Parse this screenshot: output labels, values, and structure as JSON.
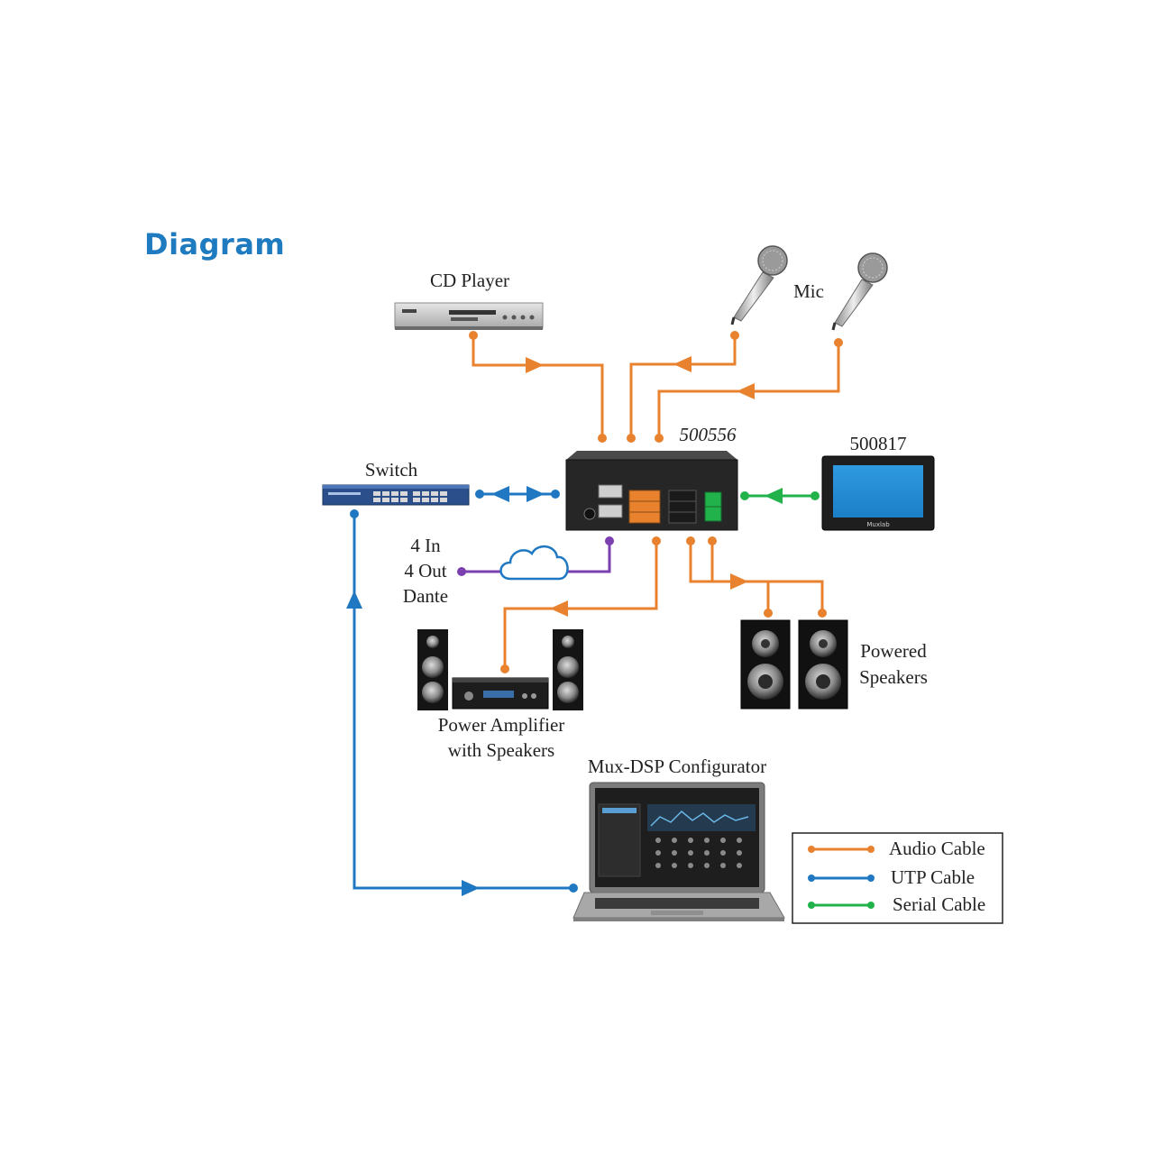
{
  "heading": "Diagram",
  "devices": {
    "cd_player": "CD Player",
    "mic": "Mic",
    "hub_model": "500556",
    "panel_model": "500817",
    "panel_brand": "Muxlab",
    "switch": "Switch",
    "dante_line1": "4 In",
    "dante_line2": "4 Out",
    "dante_line3": "Dante",
    "powered_speakers_line1": "Powered",
    "powered_speakers_line2": "Speakers",
    "amplifier_line1": "Power Amplifier",
    "amplifier_line2": "with Speakers",
    "configurator": "Mux-DSP Configurator"
  },
  "legend": {
    "items": [
      {
        "label": "Audio Cable",
        "color": "#e8822e"
      },
      {
        "label": "UTP Cable",
        "color": "#1f78c1"
      },
      {
        "label": "Serial Cable",
        "color": "#22b24c"
      }
    ]
  },
  "colors": {
    "audio": "#e8822e",
    "utp": "#1f78c1",
    "serial": "#22b24c",
    "dante": "#7b3fb0",
    "heading": "#1f7bbf"
  }
}
